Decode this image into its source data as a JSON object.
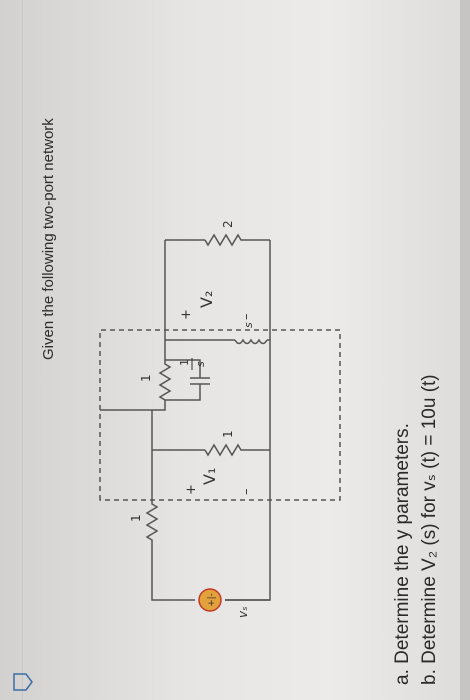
{
  "problem": {
    "title": "Given the following two-port network",
    "part_a": "a. Determine the y parameters.",
    "part_b": "b. Determine V₂ (s) for vₛ (t) = 10u (t)"
  },
  "circuit": {
    "source_label": "vₛ",
    "source_sign": "+|-",
    "r_series_left": "1",
    "v1_plus": "+",
    "v1_label": "V₁",
    "v1_minus": "–",
    "r_shunt": "1",
    "r_top": "1",
    "cap_num": "1",
    "cap_den": "s",
    "inductor": "s",
    "v2_plus": "+",
    "v2_label": "V₂",
    "v2_minus": "–",
    "r_load": "2"
  },
  "colors": {
    "source_fill": "#e3a13c",
    "source_ring": "#c0392b",
    "wire": "#555555",
    "dash": "#555555"
  }
}
